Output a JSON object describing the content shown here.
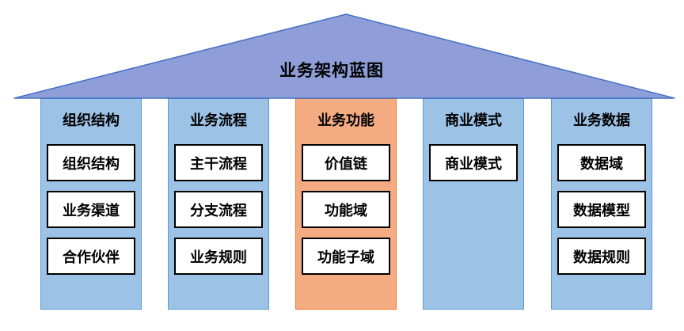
{
  "title": "业务架构蓝图",
  "colors": {
    "roof_fill": "#8f9ed8",
    "roof_border": "#4472c4",
    "pillar_blue_fill": "#9cc2e6",
    "pillar_blue_border": "#5b9bd5",
    "pillar_orange_fill": "#f5ab82",
    "pillar_orange_border": "#ed7d31",
    "box_bg": "#ffffff",
    "box_border": "#000000"
  },
  "pillars": [
    {
      "title": "组织结构",
      "color": "blue",
      "items": [
        "组织结构",
        "业务渠道",
        "合作伙伴"
      ]
    },
    {
      "title": "业务流程",
      "color": "blue",
      "items": [
        "主干流程",
        "分支流程",
        "业务规则"
      ]
    },
    {
      "title": "业务功能",
      "color": "orange",
      "items": [
        "价值链",
        "功能域",
        "功能子域"
      ]
    },
    {
      "title": "商业模式",
      "color": "blue",
      "items": [
        "商业模式"
      ]
    },
    {
      "title": "业务数据",
      "color": "blue",
      "items": [
        "数据域",
        "数据模型",
        "数据规则"
      ]
    }
  ]
}
